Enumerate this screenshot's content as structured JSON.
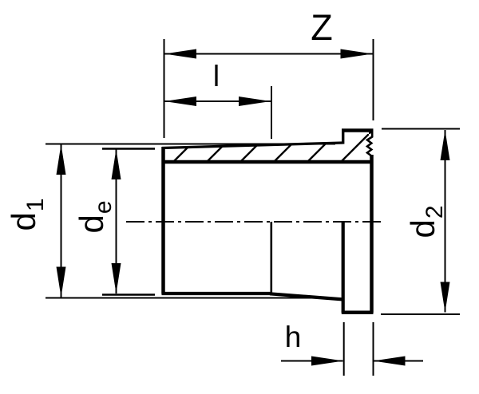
{
  "drawing": {
    "kind": "pipe-fitting-cross-section",
    "dimension_labels": {
      "z": {
        "text": "Z"
      },
      "l": {
        "text": "l"
      },
      "h": {
        "text": "h"
      },
      "d1": {
        "main": "d",
        "sub": "1"
      },
      "de": {
        "main": "d",
        "sub": "e"
      },
      "d2": {
        "main": "d",
        "sub": "2"
      }
    },
    "colors": {
      "ink": "#000000",
      "background": "#ffffff"
    }
  }
}
